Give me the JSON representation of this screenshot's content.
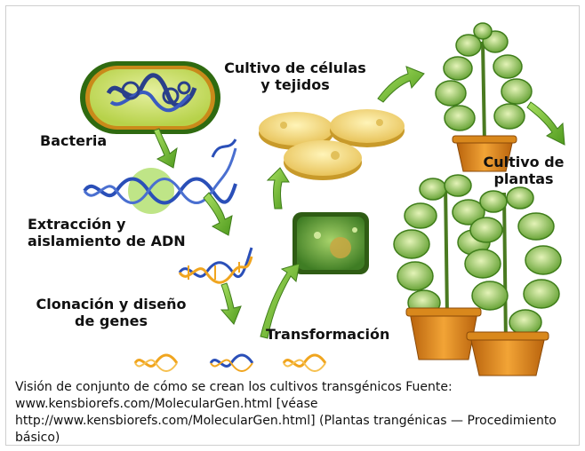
{
  "diagram": {
    "labels": {
      "bacteria": "Bacteria",
      "extraction_line1": "Extracción y",
      "extraction_line2": "aislamiento de ADN",
      "cloning_line1": "Clonación y diseño",
      "cloning_line2": "de genes",
      "transformation": "Transformación",
      "cell_culture_line1": "Cultivo de células",
      "cell_culture_line2": "y tejidos",
      "plant_culture_line1": "Cultivo de",
      "plant_culture_line2": "plantas"
    },
    "colors": {
      "arrow": "#7cc242",
      "bacteria_body": "#6aa526",
      "dna_blue": "#2a4fb8",
      "dna_orange": "#f0a51f",
      "cell": "#4f8f2a",
      "petri": "#f2d67a",
      "leaf": "#8ec85a",
      "pot": "#e08a1e"
    }
  },
  "caption": {
    "text": "Visión de conjunto de cómo se crean los cultivos transgénicos Fuente: www.kensbiorefs.com/MolecularGen.html [véase http://www.kensbiorefs.com/MolecularGen.html] (Plantas trangénicas — Procedimiento básico)"
  }
}
